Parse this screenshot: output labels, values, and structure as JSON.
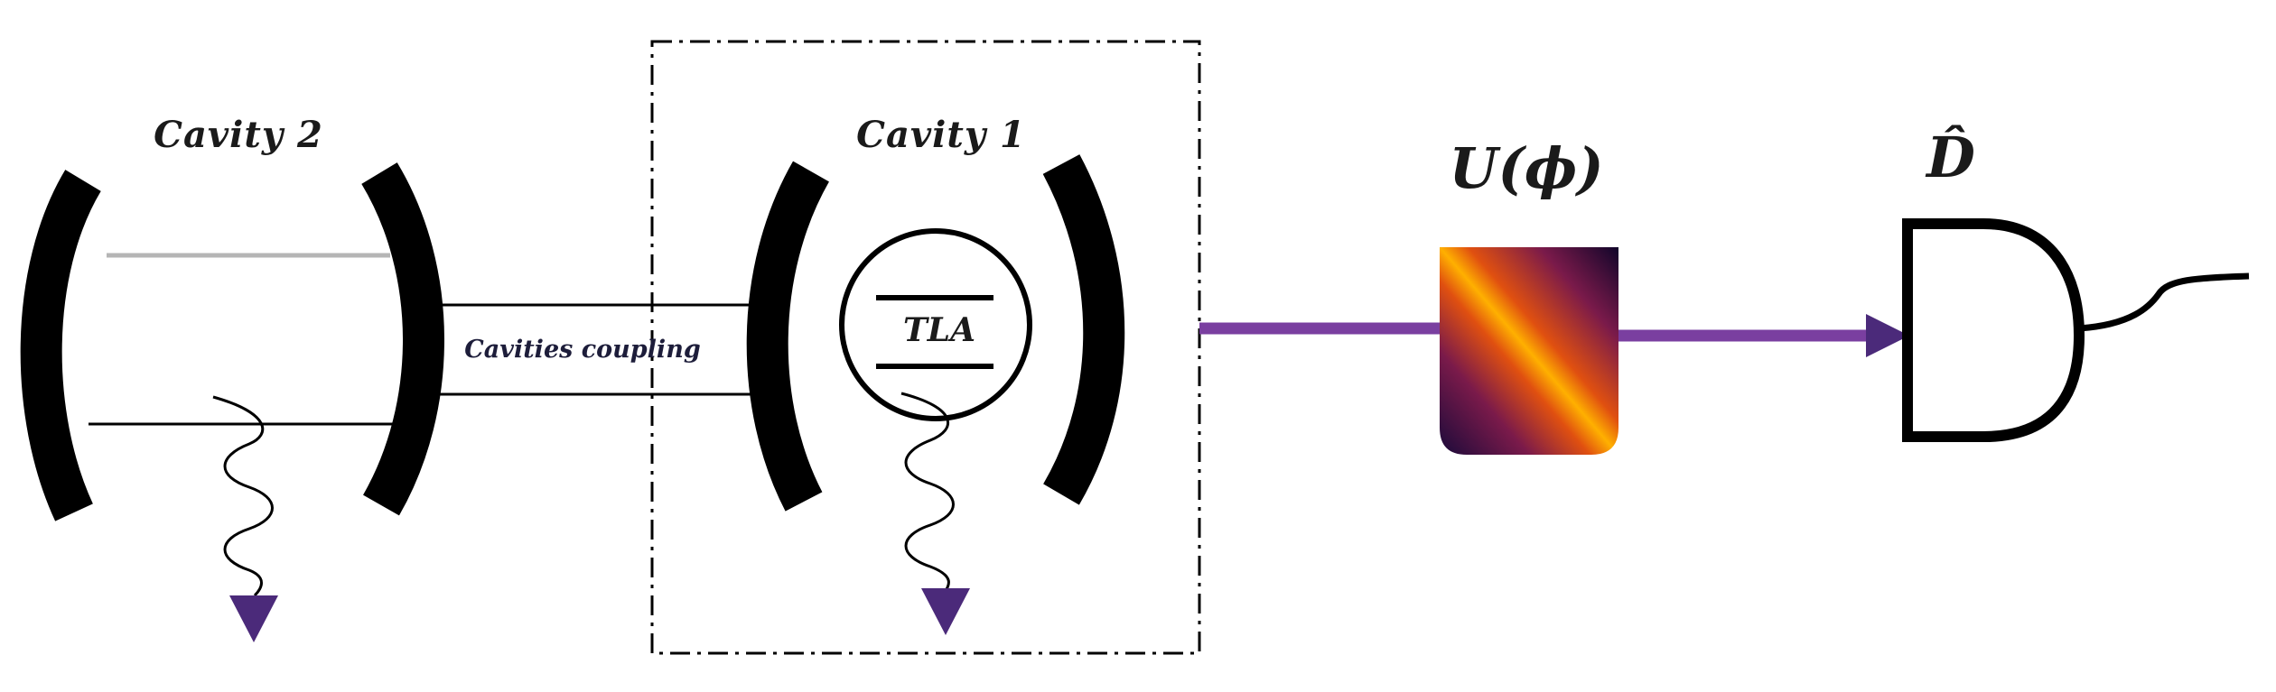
{
  "labels": {
    "cavity2": "Cavity 2",
    "cavity1": "Cavity 1",
    "coupling": "Cavities coupling",
    "tla": "TLA",
    "unitary": "U(ϕ)",
    "detector": "D̂"
  },
  "colors": {
    "mirror": "#000000",
    "beam": "#7a3fa0",
    "arrow": "#4b2a7a",
    "cavity_line_gray": "#b5b5b5",
    "gradient": [
      "#1a0a3a",
      "#7a1a4a",
      "#e05010",
      "#ffb000",
      "#e05010",
      "#7a1a4a",
      "#10052a"
    ]
  },
  "icons": {
    "mirror": "curved-mirror-icon",
    "emission": "wavy-emission-arrow-icon",
    "detector": "detector-d-shape-icon",
    "atom": "two-level-atom-icon"
  }
}
